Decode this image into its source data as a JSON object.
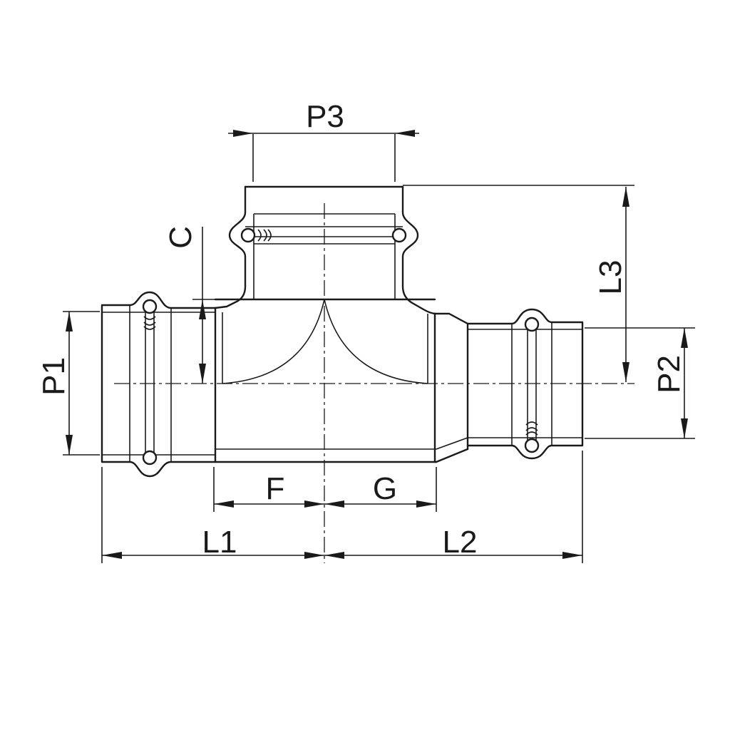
{
  "diagram": {
    "labels": {
      "p1": "P1",
      "p2": "P2",
      "p3": "P3",
      "c": "C",
      "l1": "L1",
      "l2": "L2",
      "l3": "L3",
      "f": "F",
      "g": "G"
    },
    "line_color": "#1a1a1a",
    "background": "#ffffff"
  }
}
